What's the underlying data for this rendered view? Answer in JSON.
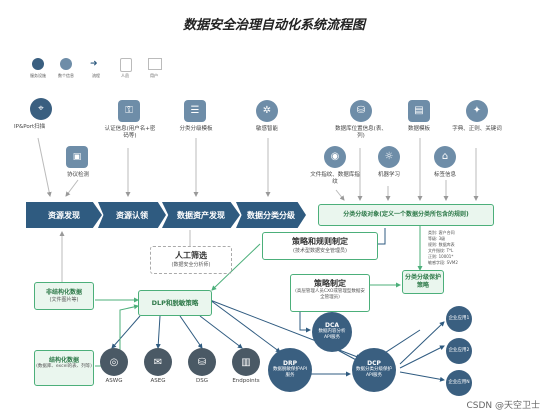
{
  "title": "数据安全治理自动化系统流程图",
  "legend": [
    "服务设施",
    "数个信息",
    "流程",
    "人员",
    "用户"
  ],
  "top_labels": {
    "ip_port_scan": "IP&Port扫描",
    "protocol_detect": "协议检测",
    "auth_info": "认证信息(用户名+密码等)",
    "classify_template": "分类分级模板",
    "sensitive_intel": "敏感智能",
    "db_location": "数据库位置信息(表、列)",
    "data_template": "数据模板",
    "dictionary": "字典、正则、关键词",
    "file_fingerprint": "文件指纹、数据库指纹",
    "machine_learning": "机器学习",
    "tag_info": "标签信息"
  },
  "pipeline": [
    "资源发现",
    "资源认领",
    "数据资产发现",
    "数据分类分级"
  ],
  "classify_object": "分类分级对象(定义一个数据分类所包含的规则)",
  "side_note": [
    "类别: 客户合同",
    "等级: 3级",
    "规则: 数据库表",
    "文件指纹: T*L",
    "正则: 10001*",
    "敏感字段: SVM2"
  ],
  "manual_filter": {
    "title": "人工筛选",
    "sub": "(数据安全分析师)"
  },
  "strategy_rules": {
    "title": "策略和规则制定",
    "sub": "(技术型数据安全管理员)"
  },
  "strategy_make": {
    "title": "策略制定",
    "sub": "(高层管理人员CXO或管理型数据安全管理员)"
  },
  "protect_policy": "分类分级保护策略",
  "unstructured": {
    "title": "非结构化数据",
    "sub": "(文件图片等)"
  },
  "structured": {
    "title": "结构化数据",
    "sub": "(数据库、excel的表、列等)"
  },
  "dlp": "DLP和脱敏策略",
  "dca": {
    "title": "DCA",
    "sub": "数据内容分析API服务"
  },
  "drp": {
    "title": "DRP",
    "sub": "数据脱敏保护API服务"
  },
  "dcp": {
    "title": "DCP",
    "sub": "数据分类分级保护API服务"
  },
  "enterprise_apps": [
    "企业应用1",
    "企业应用2",
    "企业应用N"
  ],
  "endpoints": [
    "ASWG",
    "ASEG",
    "DSG",
    "Endpoints"
  ],
  "watermark": "CSDN @天空卫士"
}
